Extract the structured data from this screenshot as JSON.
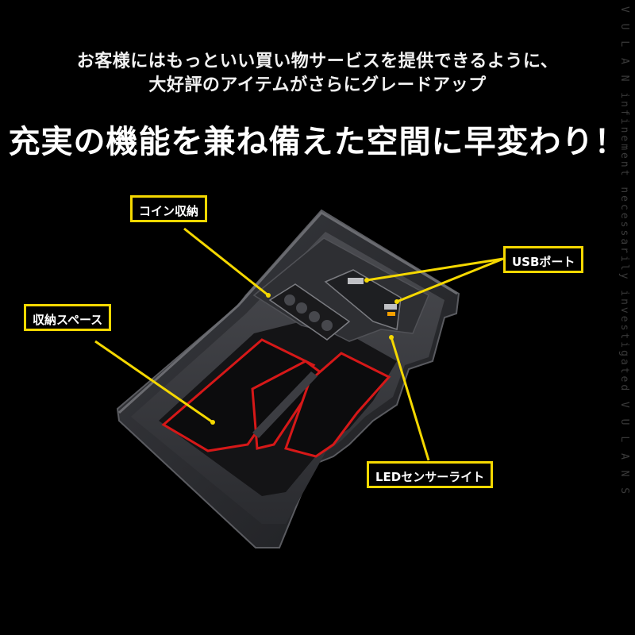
{
  "intro_line_1": "お客様にはもっといい買い物サービスを提供できるように、",
  "intro_line_2": "大好評のアイテムがさらにグレードアップ",
  "headline": "充実の機能を兼ね備えた空間に早変わり！",
  "labels": {
    "coin": "コイン収納",
    "usb": "USBポート",
    "storage": "収納スペース",
    "led": "LEDセンサーライト"
  },
  "side_text": "V U L A N   infinement   necessarily   investigated   V U L A N S",
  "colors": {
    "background": "#000000",
    "label_border": "#f5d800",
    "pointer_line": "#f5d800",
    "tray_body": "#2b2c30",
    "accent_red": "#d61818"
  }
}
